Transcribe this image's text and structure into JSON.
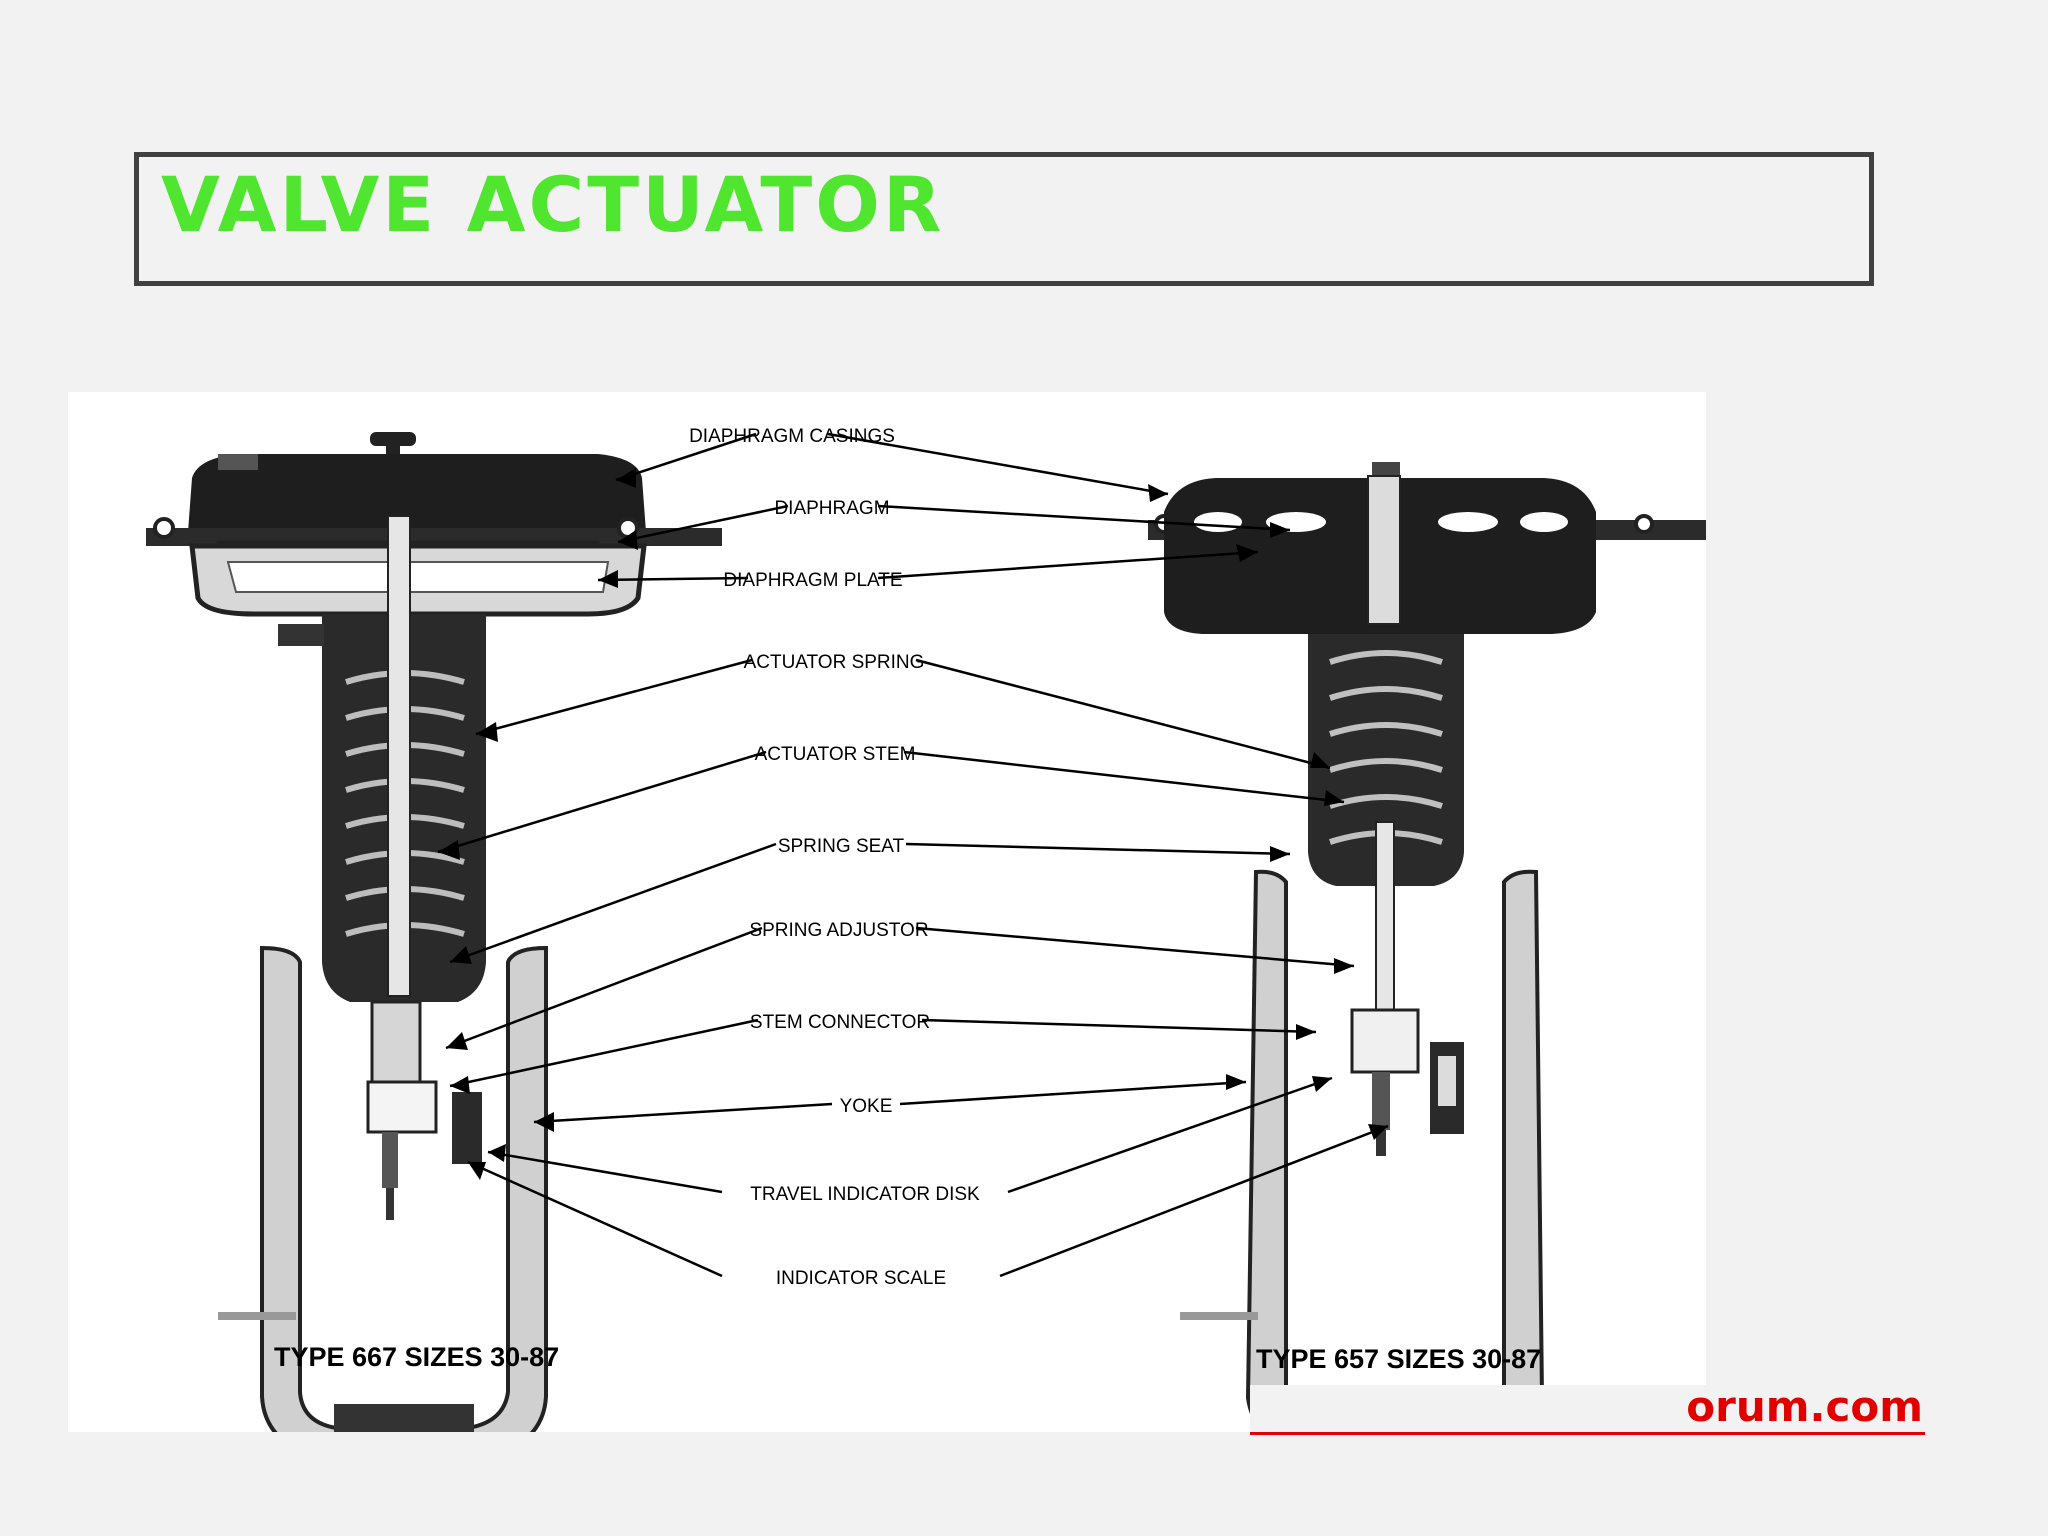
{
  "title": "VALVE ACTUATOR",
  "diagram": {
    "labels": [
      "DIAPHRAGM CASINGS",
      "DIAPHRAGM",
      "DIAPHRAGM PLATE",
      "ACTUATOR SPRING",
      "ACTUATOR STEM",
      "SPRING SEAT",
      "SPRING ADJUSTOR",
      "STEM CONNECTOR",
      "YOKE",
      "TRAVEL INDICATOR DISK",
      "INDICATOR SCALE"
    ],
    "caption_left": "TYPE 667 SIZES 30-87",
    "caption_right": "TYPE 657 SIZES 30-87"
  },
  "footer": {
    "link_text": "orum.com"
  },
  "colors": {
    "title": "#50e630",
    "link": "#e00000",
    "frame": "#404040"
  }
}
